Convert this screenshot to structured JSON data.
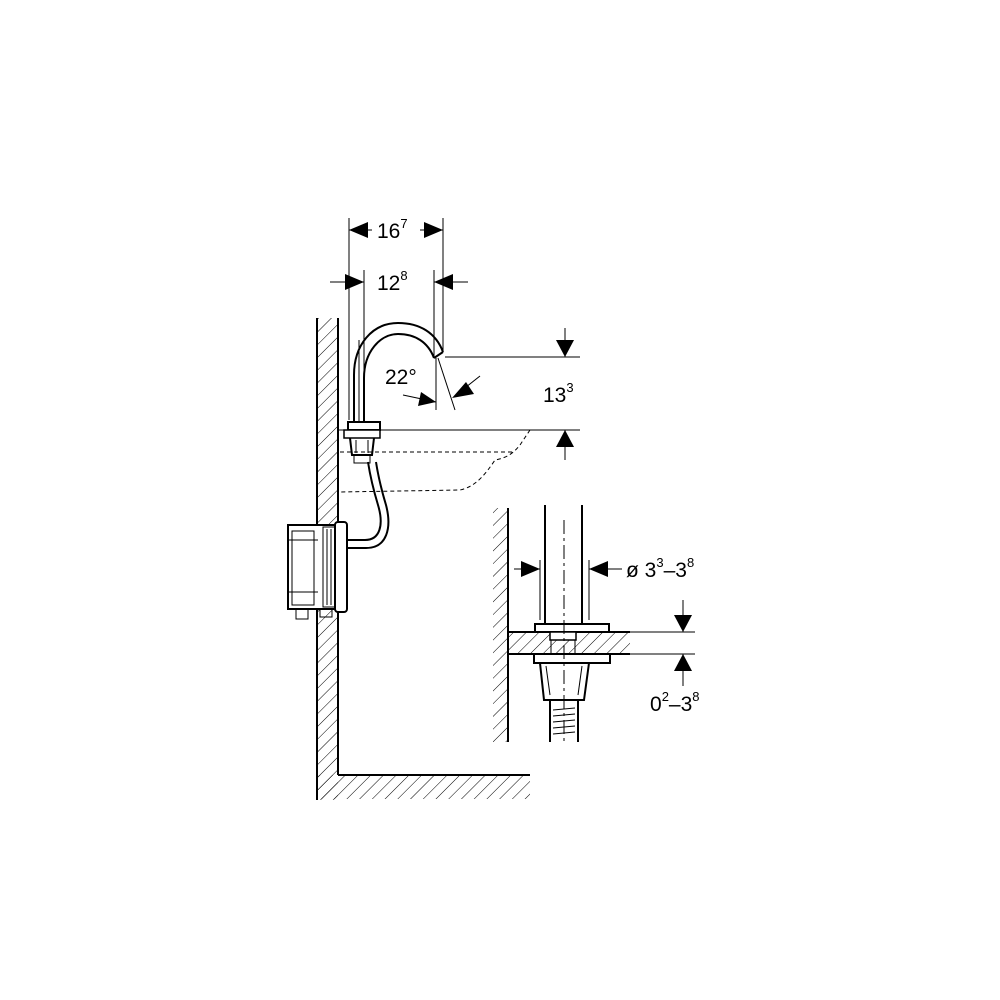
{
  "dimensions": {
    "spout_reach_outer": {
      "main": "16",
      "sup": "7"
    },
    "spout_reach_inner": {
      "main": "12",
      "sup": "8"
    },
    "angle": {
      "text": "22°"
    },
    "spout_height": {
      "main": "13",
      "sup": "3"
    },
    "hole_diameter": {
      "prefix": "ø ",
      "a_main": "3",
      "a_sup": "3",
      "dash": "–",
      "b_main": "3",
      "b_sup": "8"
    },
    "deck_thickness": {
      "a_main": "0",
      "a_sup": "2",
      "dash": "–",
      "b_main": "3",
      "b_sup": "8"
    }
  }
}
